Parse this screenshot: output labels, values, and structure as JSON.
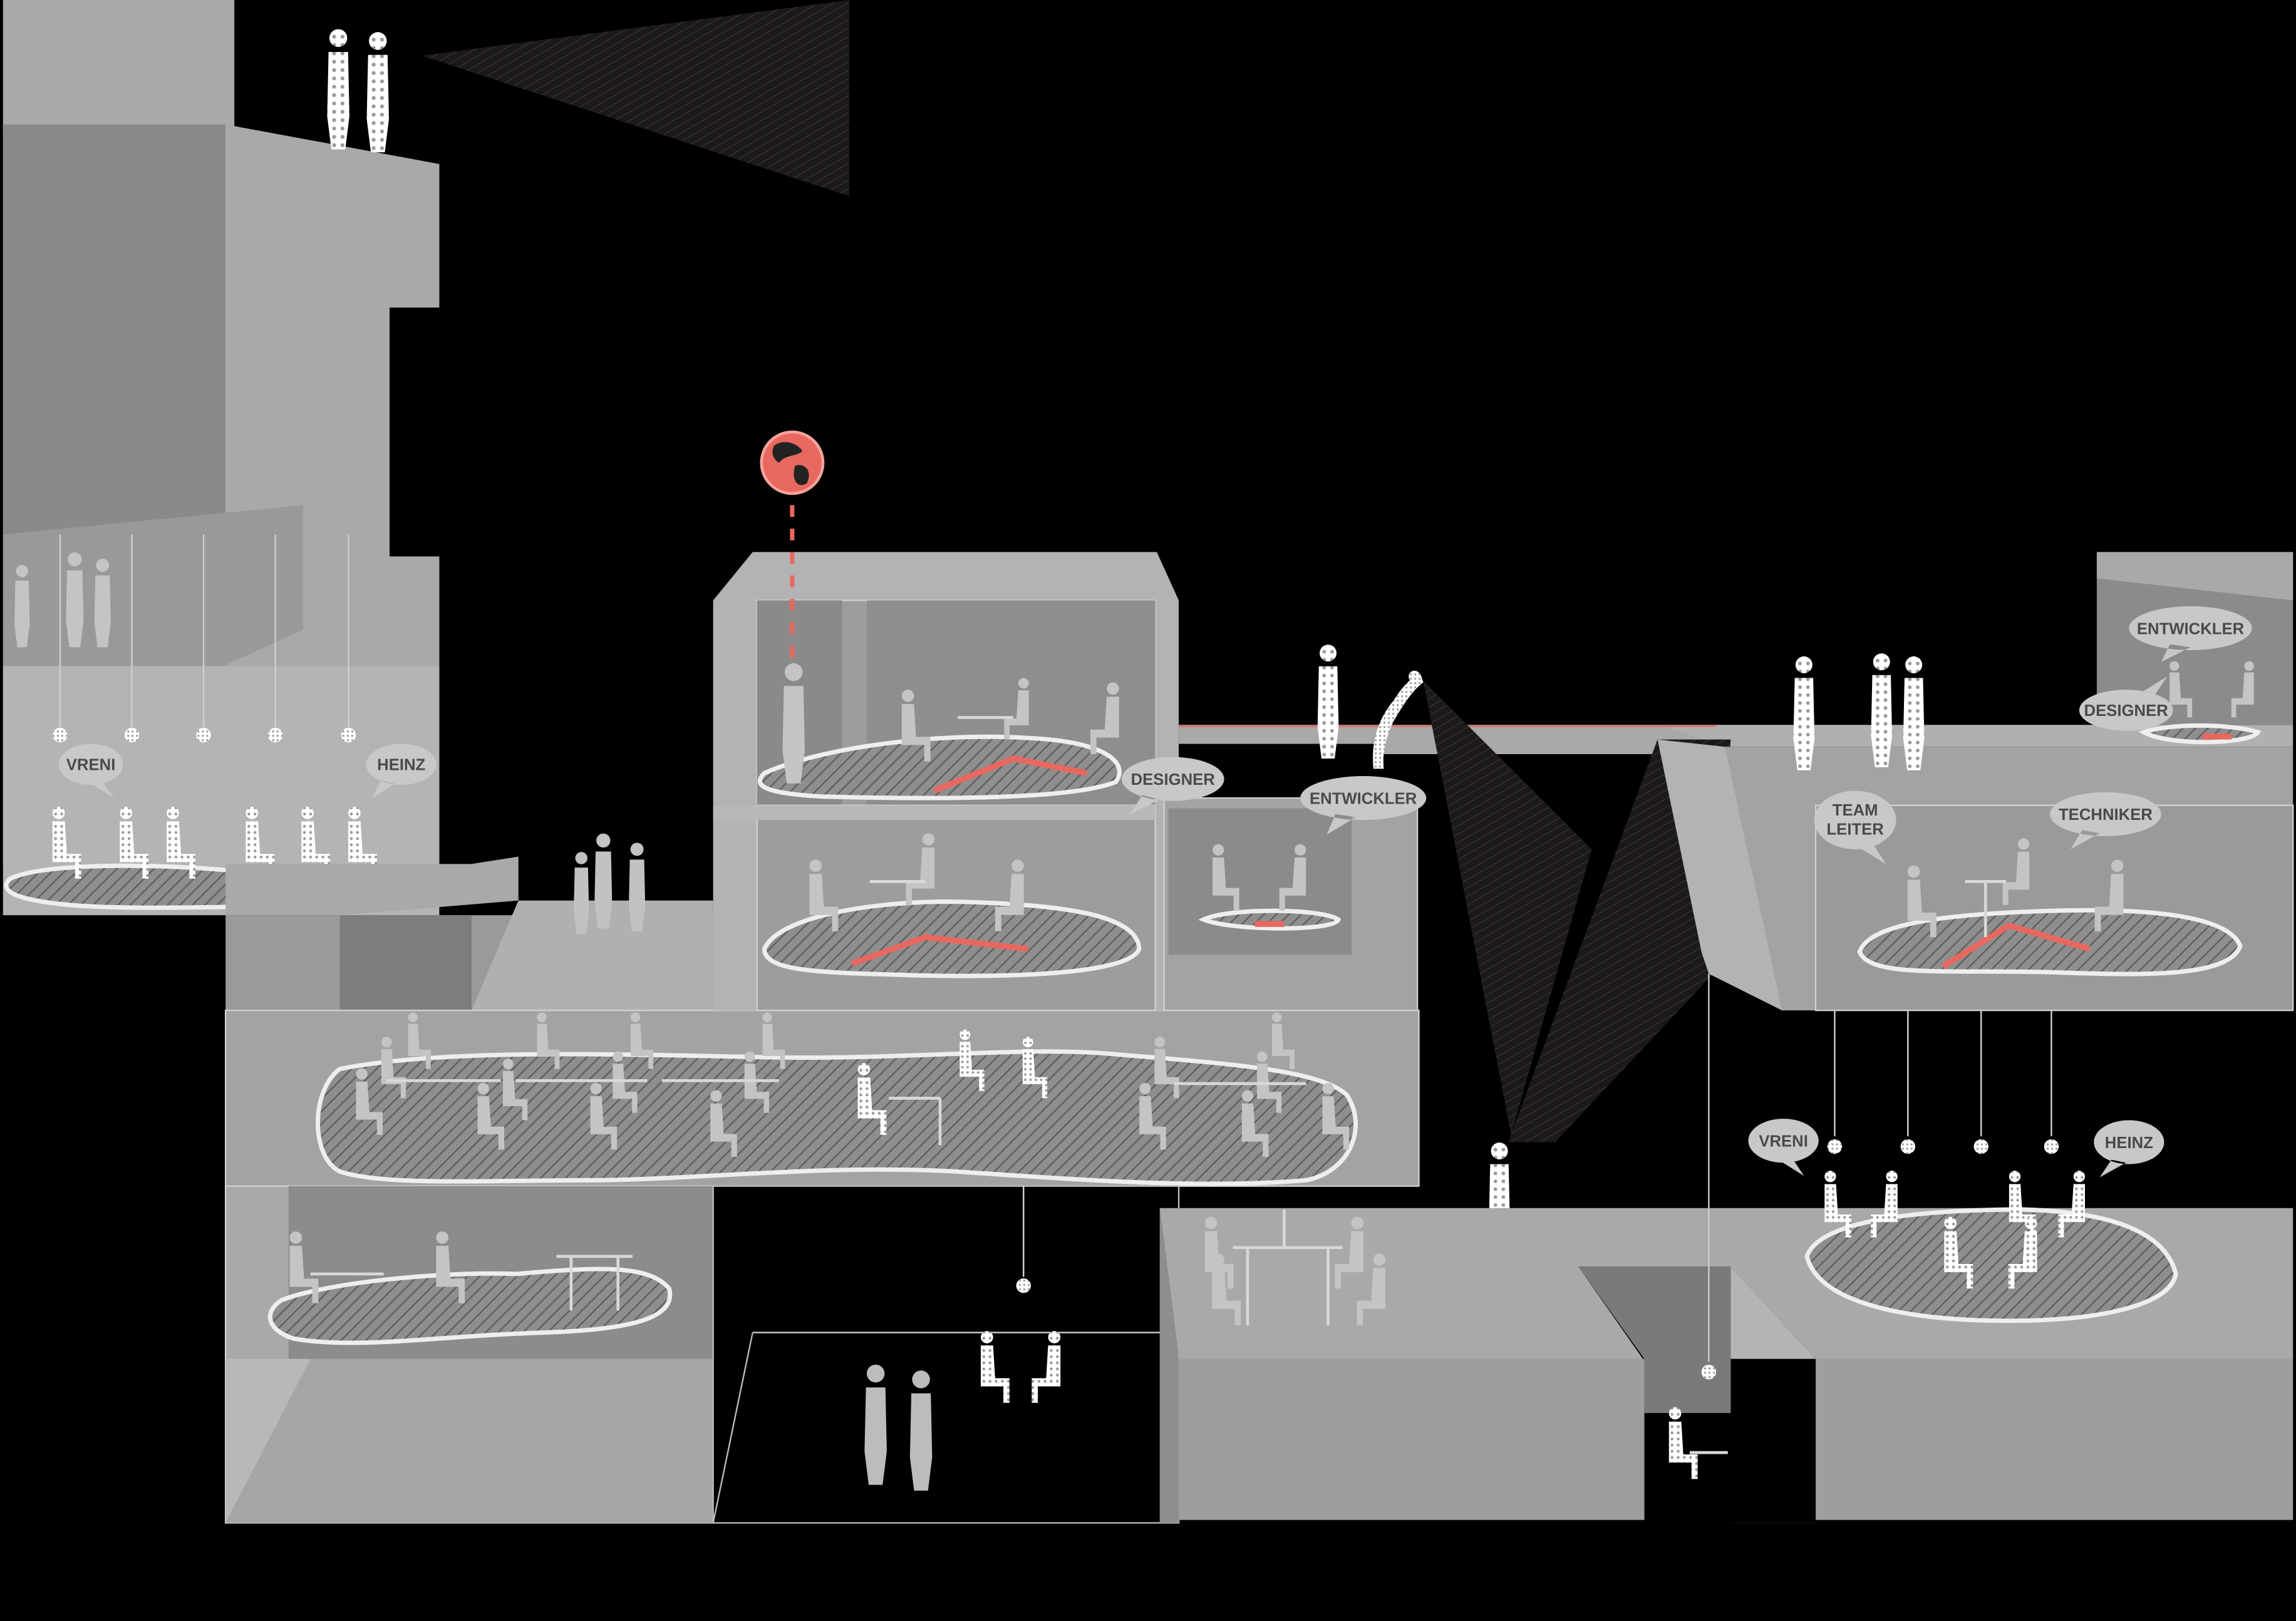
{
  "colors": {
    "background": "#000000",
    "wall": "#a9a9a9",
    "wall_dark": "#8a8a8a",
    "wall_light": "#bdbdbd",
    "person": "#bfbfbf",
    "person_dotted": "#ffffff",
    "accent_red": "#e8685f",
    "bubble": "#c8c8c8",
    "bubble_text": "#4a4a4a"
  },
  "icons": {
    "globe": "globe-icon",
    "pendant_lamp": "pendant-lamp-icon",
    "projection_beam": "projection-beam-icon"
  },
  "labels": {
    "vreni_left": "VRENI",
    "heinz_left": "HEINZ",
    "designer_mid": "DESIGNER",
    "entwickler_mid": "ENTWICKLER",
    "entwickler_right": "ENTWICKLER",
    "designer_right": "DESIGNER",
    "team_leiter_line1": "TEAM",
    "team_leiter_line2": "LEITER",
    "techniker": "TECHNIKER",
    "vreni_right": "VRENI",
    "heinz_right": "HEINZ"
  }
}
